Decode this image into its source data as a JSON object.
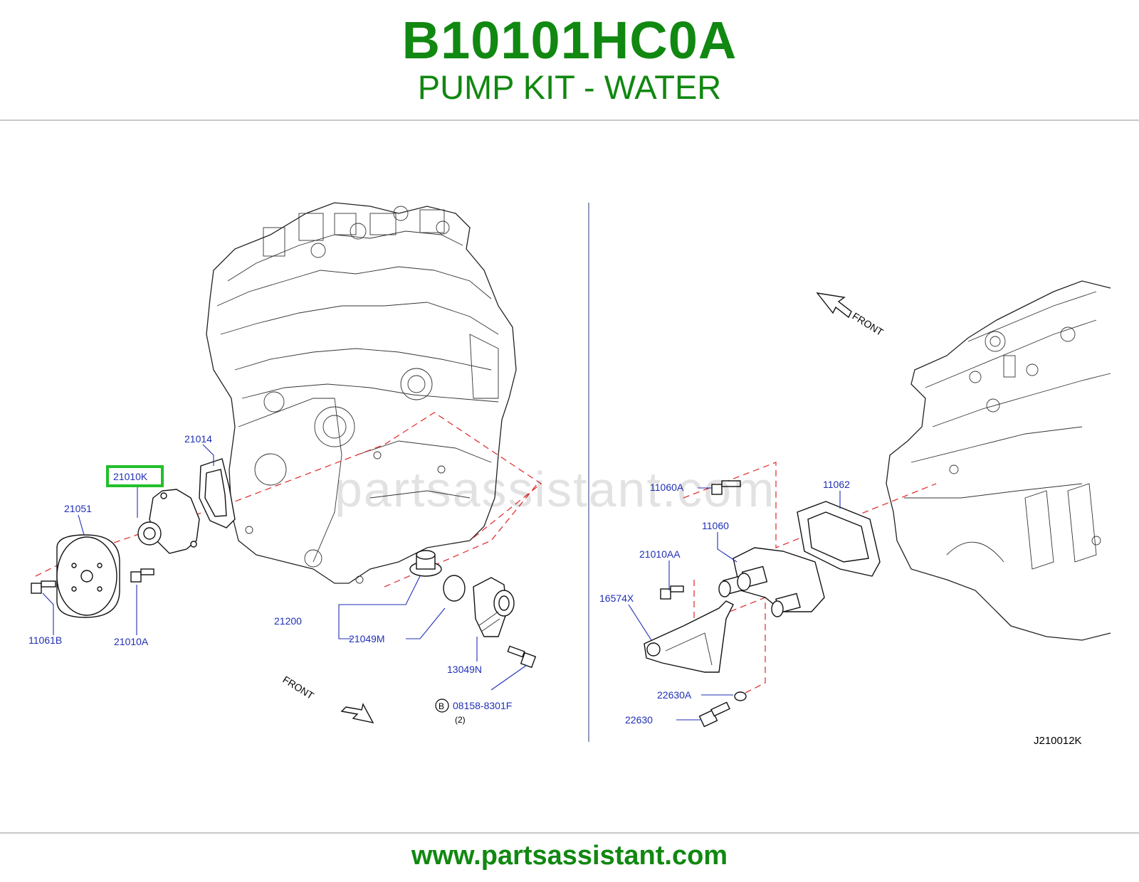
{
  "header": {
    "part_number": "B10101HC0A",
    "part_name": "PUMP KIT - WATER"
  },
  "footer": {
    "url": "www.partsassistant.com"
  },
  "diagram": {
    "watermark": "partsassistant.com",
    "reference_code": "J210012K",
    "front_label": "FRONT",
    "highlight_color": "#22c02a",
    "callouts": {
      "c21014": "21014",
      "c21010K": "21010K",
      "c21051": "21051",
      "c11061B": "11061B",
      "c21010A": "21010A",
      "c21200": "21200",
      "c21049M": "21049M",
      "c13049N": "13049N",
      "c08158": "08158-8301F",
      "c08158_qty": "(2)",
      "c08158_marker": "B",
      "c11060A": "11060A",
      "c11062": "11062",
      "c11060": "11060",
      "c21010AA": "21010AA",
      "c16574X": "16574X",
      "c22630A": "22630A",
      "c22630": "22630"
    }
  }
}
